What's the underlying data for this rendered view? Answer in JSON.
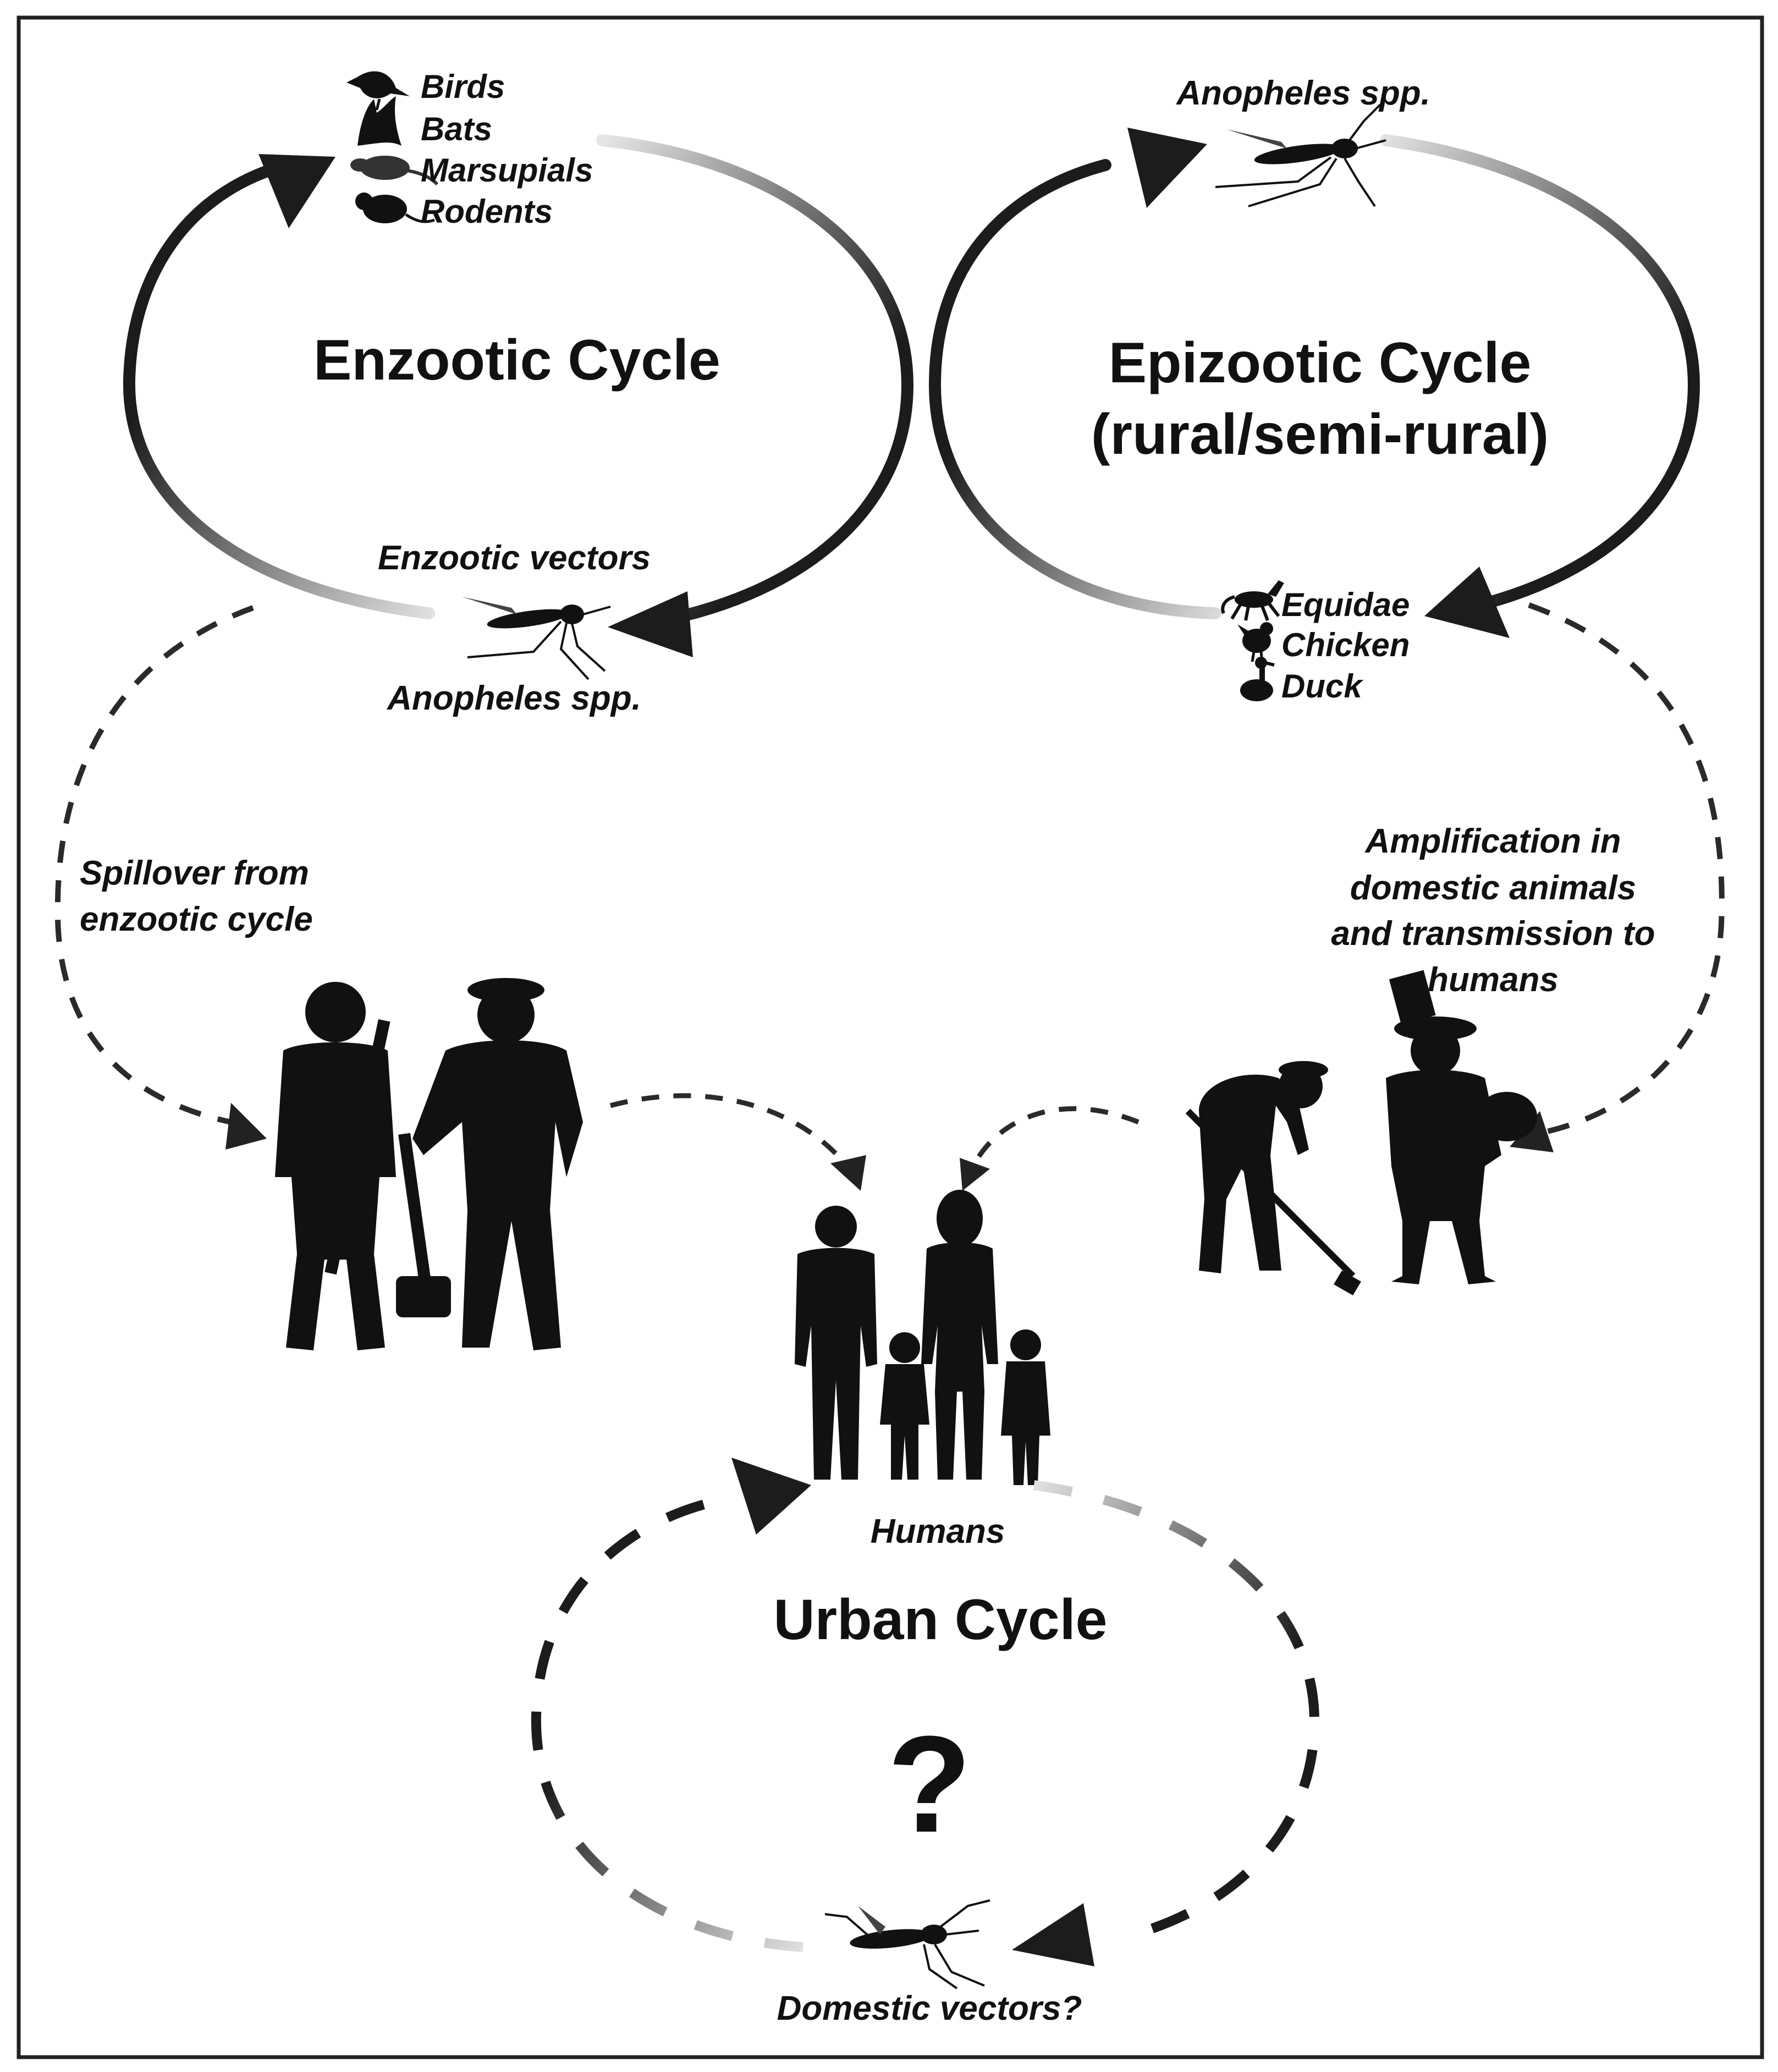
{
  "enzootic": {
    "title": "Enzootic Cycle",
    "hosts": [
      "Birds",
      "Bats",
      "Marsupials",
      "Rodents"
    ],
    "vector_label": "Enzootic vectors",
    "vector_species": "Anopheles spp."
  },
  "epizootic": {
    "title_line1": "Epizootic Cycle",
    "title_line2": "(rural/semi-rural)",
    "vector_species": "Anopheles spp.",
    "hosts": [
      "Equidae",
      "Chicken",
      "Duck"
    ]
  },
  "spillover": {
    "line1": "Spillover from",
    "line2": "enzootic cycle"
  },
  "amplification": {
    "line1": "Amplification in",
    "line2": "domestic animals",
    "line3": "and transmission to",
    "line4": "humans"
  },
  "urban": {
    "title": "Urban Cycle",
    "humans_label": "Humans",
    "question": "?",
    "vector_label": "Domestic vectors?"
  },
  "icons": {
    "bird": "bird-icon",
    "bat": "bat-icon",
    "marsupial": "marsupial-icon",
    "rodent": "rodent-icon",
    "horse": "horse-icon",
    "chicken": "chicken-icon",
    "duck": "duck-icon",
    "mosquito": "mosquito-icon",
    "people": "person-silhouette-icon"
  },
  "colors": {
    "ink": "#111111",
    "arrow": "#222222",
    "fade": "#d8d8d8",
    "border": "#222222"
  }
}
